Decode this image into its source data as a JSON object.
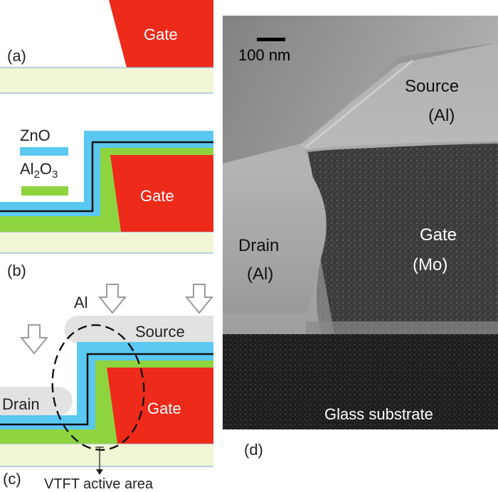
{
  "panel_a": {
    "label": "(a)",
    "gate_label": "Gate"
  },
  "panel_b": {
    "label": "(b)",
    "gate_label": "Gate",
    "legend_zno": "ZnO",
    "legend_al2o3_main": "Al",
    "legend_al2o3_sub1": "2",
    "legend_al2o3_mid": "O",
    "legend_al2o3_sub2": "3"
  },
  "panel_c": {
    "label": "(c)",
    "gate_label": "Gate",
    "al_label": "Al",
    "source_label": "Source",
    "drain_label": "Drain",
    "active_area_label": "VTFT active area"
  },
  "panel_d": {
    "label": "(d)",
    "scale_label": "100 nm",
    "source_line1": "Source",
    "source_line2": "(Al)",
    "drain_line1": "Drain",
    "drain_line2": "(Al)",
    "gate_line1": "Gate",
    "gate_line2": "(Mo)",
    "substrate_label": "Glass substrate"
  },
  "colors": {
    "gate_red": "#ee2a1b",
    "substrate": "#f3f6d6",
    "zno_blue": "#5ac8f0",
    "al2o3_green": "#8ed43e",
    "al_gray": "#e2e2e2"
  }
}
